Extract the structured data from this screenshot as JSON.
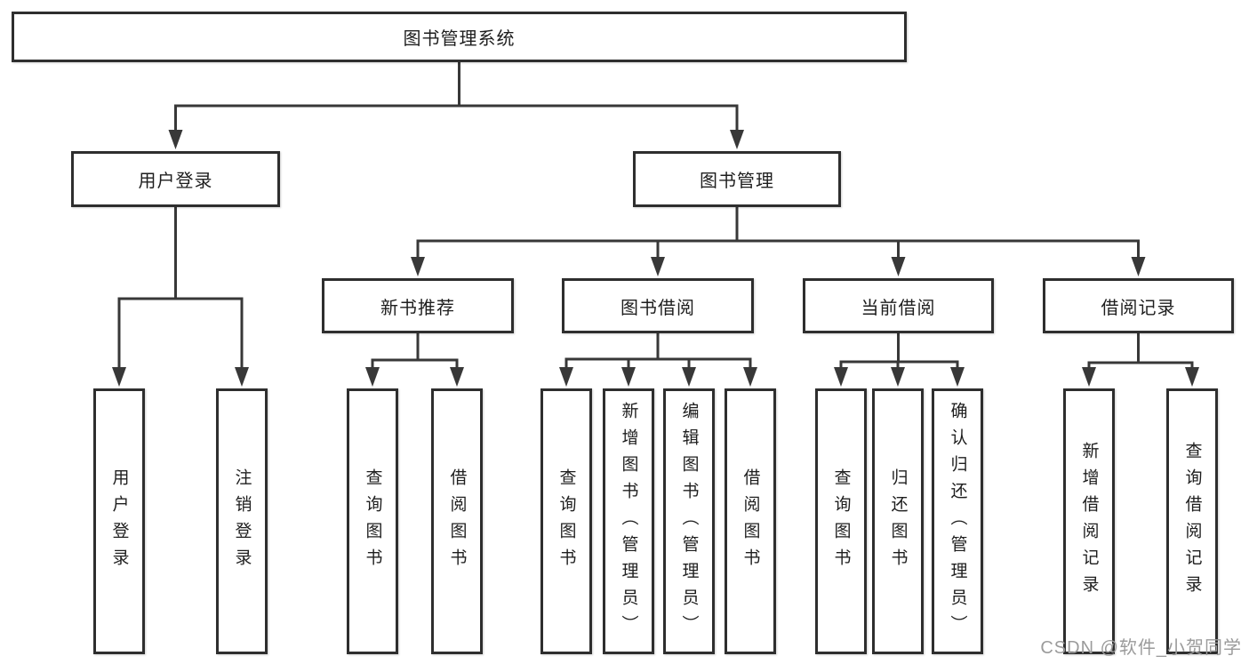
{
  "diagram": {
    "root": {
      "label": "图书管理系统"
    },
    "level2": [
      {
        "label": "用户登录"
      },
      {
        "label": "图书管理"
      }
    ],
    "level3": [
      {
        "label": "新书推荐"
      },
      {
        "label": "图书借阅"
      },
      {
        "label": "当前借阅"
      },
      {
        "label": "借阅记录"
      }
    ],
    "leaves": {
      "user_login": [
        {
          "label": "用户登录"
        },
        {
          "label": "注销登录"
        }
      ],
      "new_book": [
        {
          "label": "查询图书"
        },
        {
          "label": "借阅图书"
        }
      ],
      "book_borrow": [
        {
          "label": "查询图书"
        },
        {
          "label": "新增图书（管理员）"
        },
        {
          "label": "编辑图书（管理员）"
        },
        {
          "label": "借阅图书"
        }
      ],
      "current_borrow": [
        {
          "label": "查询图书"
        },
        {
          "label": "归还图书"
        },
        {
          "label": "确认归还（管理员）"
        }
      ],
      "borrow_record": [
        {
          "label": "新增借阅记录"
        },
        {
          "label": "查询借阅记录"
        }
      ]
    }
  },
  "watermark": {
    "text": "CSDN @软件_小贺同学"
  },
  "colors": {
    "line": "#383838",
    "border": "#2e2e2e",
    "text": "#1e1e1e",
    "background": "#ffffff",
    "watermark": "#9b9b9b"
  }
}
